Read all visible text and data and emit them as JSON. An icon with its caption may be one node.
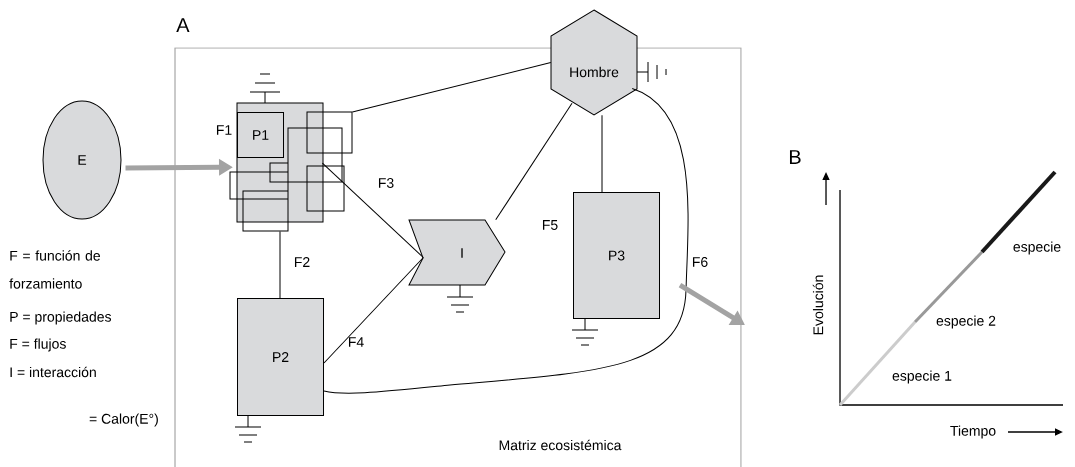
{
  "diagram": {
    "nodes": [
      {
        "text": [
          "E"
        ]
      },
      {
        "text": [
          "A",
          "Matriz ecosistémica"
        ]
      },
      {
        "text": [],
        "shape": "box",
        "in": 1
      },
      {
        "text": [
          "P1"
        ],
        "in": 2
      },
      {
        "text": [
          "Hombre"
        ]
      },
      {
        "text": [
          "I"
        ],
        "in": 1
      },
      {
        "text": [
          "P3"
        ],
        "in": 1
      },
      {
        "text": [
          "P2"
        ],
        "in": 1
      }
    ],
    "edges": [
      {
        "from": 0,
        "to": 2,
        "arrow": "to",
        "style": "thick",
        "color": "#a3a3a3"
      },
      {
        "from": 2,
        "to": 4,
        "arrow": "none"
      },
      {
        "from": 2,
        "to": 5,
        "arrow": "none"
      },
      {
        "from": 2,
        "to": 7,
        "arrow": "none"
      },
      {
        "from": 7,
        "to": 5,
        "arrow": "none"
      },
      {
        "from": 5,
        "to": 4,
        "arrow": "none"
      },
      {
        "from": 6,
        "to": 4,
        "arrow": "none"
      },
      {
        "from": 4,
        "to": 7,
        "arrow": "none"
      }
    ],
    "labels": [
      "F = función de forzamiento",
      "P = propiedades",
      "F = flujos",
      "I = interacción",
      "= Calor(E°)",
      "F1",
      "F2",
      "F3",
      "F4",
      "F5",
      "F6",
      "B",
      "Evolución",
      "especie 1",
      "especie 2",
      "especie",
      "Tiempo"
    ]
  }
}
